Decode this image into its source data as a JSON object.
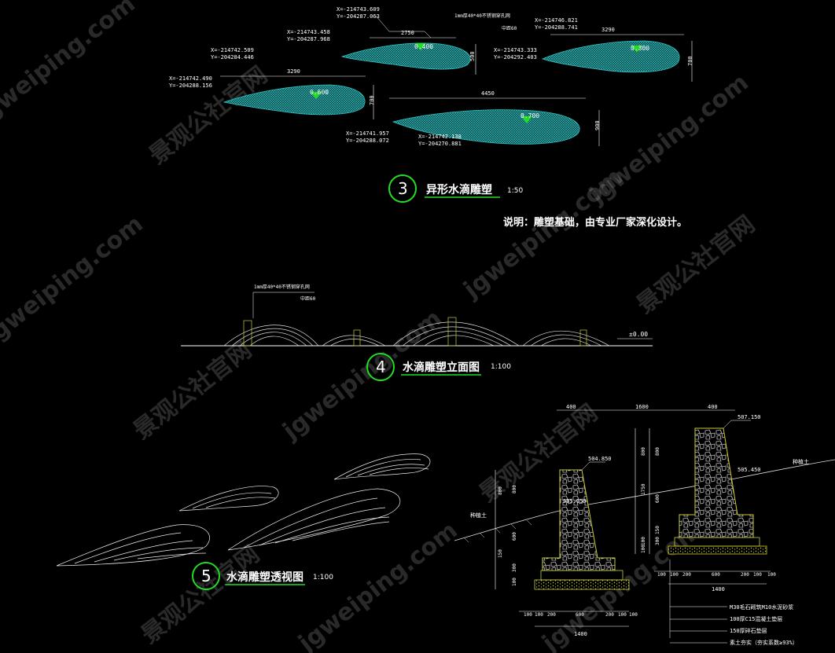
{
  "watermark": {
    "url": "jgweiping.com",
    "cn": "景观公社官网"
  },
  "section3": {
    "number": "3",
    "title": "异形水滴雕塑",
    "scale": "1:50",
    "note": "说明：雕塑基础，由专业厂家深化设计。",
    "callout_top": "1mm厚40*40不锈钢穿孔网",
    "callout_top2": "中距60",
    "drops": [
      {
        "level": "0.400",
        "width": "2750",
        "height": "500",
        "coord1_x": "X=-214743.609",
        "coord1_y": "Y=-204287.063",
        "coord2_x": "X=-214743.458",
        "coord2_y": "Y=-204287.968"
      },
      {
        "level": "0.300",
        "width": "3290",
        "height": "700",
        "coord1_x": "X=-214746.821",
        "coord1_y": "Y=-204288.741",
        "coord2_x": "X=-214743.333",
        "coord2_y": "Y=-204292.403"
      },
      {
        "level": "0.600",
        "width": "3290",
        "height": "700",
        "coord1_x": "X=-214742.490",
        "coord1_y": "Y=-204288.156",
        "coord2_x": "X=-214742.509",
        "coord2_y": "Y=-204284.446"
      },
      {
        "level": "0.700",
        "width": "4450",
        "height": "900",
        "coord1_x": "X=-214741.957",
        "coord1_y": "Y=-204288.072",
        "coord2_x": "X=-214742.138",
        "coord2_y": "Y=-204270.881"
      }
    ]
  },
  "section4": {
    "number": "4",
    "title": "水滴雕塑立面图",
    "scale": "1:100",
    "callout": "1mm厚40*40不锈钢穿孔网",
    "callout2": "中距60",
    "level": "±0.00"
  },
  "section5": {
    "number": "5",
    "title": "水滴雕塑透视图",
    "scale": "1:100"
  },
  "foundation": {
    "left": {
      "level_top": "504.850",
      "level_mid": "505.950",
      "label_soil": "种植土",
      "dims_v": [
        "800",
        "800",
        "600",
        "150",
        "300",
        "100",
        "100"
      ],
      "dims_h": [
        "100",
        "100",
        "200",
        "600",
        "200",
        "100",
        "100"
      ],
      "total": "1400"
    },
    "right": {
      "level_top": "507.150",
      "level_mid": "505.450",
      "label_soil": "种植土",
      "top_dims": [
        "400",
        "1600",
        "400"
      ],
      "dims_v": [
        "800",
        "800",
        "600",
        "1750",
        "150",
        "300",
        "100",
        "100"
      ],
      "dims_h": [
        "100",
        "100",
        "200",
        "600",
        "200",
        "100",
        "100"
      ],
      "total": "1400"
    },
    "legend": [
      "M30毛石砌筑M10水泥砂浆",
      "100厚C15混凝土垫层",
      "150厚碎石垫层",
      "素土夯实（夯实系数≥93%）"
    ]
  }
}
